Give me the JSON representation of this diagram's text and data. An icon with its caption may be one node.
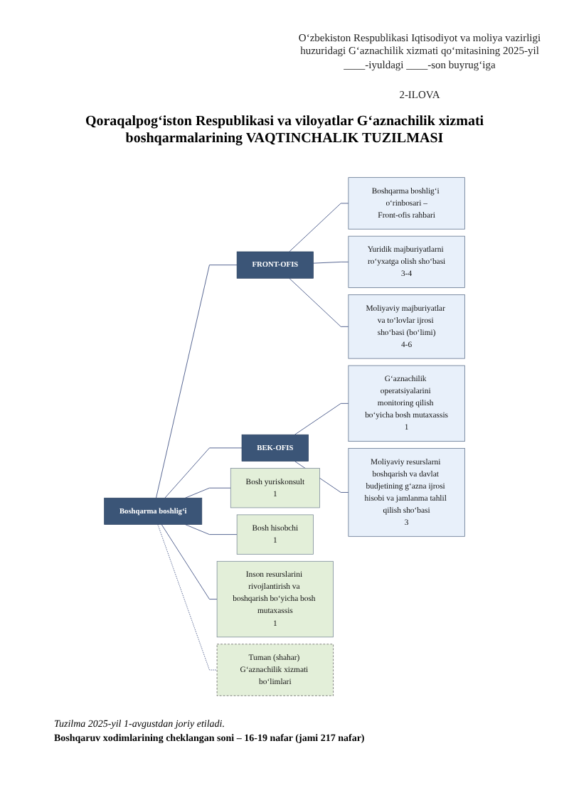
{
  "diagram": {
    "title": "Qoraqalpog‘iston Respublikasi va viloyatlar G‘aznachilik xizmati boshqarmalarining VAQTINCHALIK TUZILMASI",
    "nodes": [
      {
        "text": [
          "Boshqarma boshlig‘i"
        ]
      },
      {
        "text": [
          "FRONT-OFIS"
        ]
      },
      {
        "text": [
          "BEK-OFIS"
        ]
      },
      {
        "text": [
          "Boshqarma boshlig‘i o‘rinbosari –",
          "Front-ofis rahbari"
        ]
      },
      {
        "text": [
          "Yuridik majburiyatlarni ro‘yxatga olish sho‘basi",
          "3-4"
        ]
      },
      {
        "text": [
          "Moliyaviy majburiyatlar va to‘lovlar ijrosi sho‘basi (bo‘limi)",
          "4-6"
        ]
      },
      {
        "text": [
          "G‘aznachilik operatsiyalarini monitoring qilish bo‘yicha bosh mutaxassis",
          "1"
        ]
      },
      {
        "text": [
          "Moliyaviy resurslarni boshqarish va davlat budjetining g‘azna ijrosi hisobi va jamlanma tahlil qilish sho‘basi",
          "3"
        ]
      },
      {
        "text": [
          "Bosh yuriskonsult",
          "1"
        ]
      },
      {
        "text": [
          "Bosh hisobchi",
          "1"
        ]
      },
      {
        "text": [
          "Inson resurslarini rivojlantirish va boshqarish bo‘yicha bosh mutaxassis",
          "1"
        ]
      },
      {
        "text": [
          "Tuman (shahar) G‘aznachilik xizmati bo‘limlari"
        ]
      }
    ],
    "edges": [
      {
        "from": 0,
        "to": 1,
        "arrow": "none"
      },
      {
        "from": 0,
        "to": 2,
        "arrow": "none"
      },
      {
        "from": 1,
        "to": 3,
        "arrow": "none"
      },
      {
        "from": 1,
        "to": 4,
        "arrow": "none"
      },
      {
        "from": 1,
        "to": 5,
        "arrow": "none"
      },
      {
        "from": 2,
        "to": 6,
        "arrow": "none"
      },
      {
        "from": 2,
        "to": 7,
        "arrow": "none"
      },
      {
        "from": 0,
        "to": 8,
        "arrow": "none"
      },
      {
        "from": 0,
        "to": 9,
        "arrow": "none"
      },
      {
        "from": 0,
        "to": 10,
        "arrow": "none"
      },
      {
        "from": 0,
        "to": 11,
        "arrow": "none",
        "style": "dashed"
      }
    ],
    "labels": [
      "O‘zbekiston Respublikasi Iqtisodiyot va moliya vazirligi huzuridagi G‘aznachilik xizmati qo‘mitasining 2025-yil ____-iyuldagi ____-son buyrug‘iga",
      "2-ILOVA",
      "Tuzilma 2025-yil 1-avgustdan joriy etiladi.",
      "Boshqaruv xodimlarining cheklangan soni – 16-19 nafar (jami 217 nafar)"
    ]
  }
}
